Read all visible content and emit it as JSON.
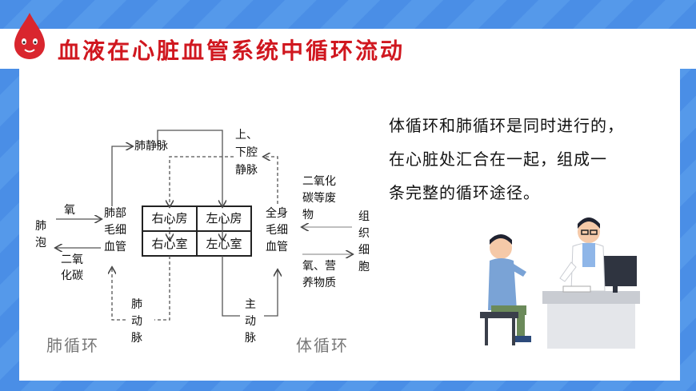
{
  "title": "血液在心脏血管系统中循环流动",
  "diagram": {
    "heart": {
      "right_atrium": "右心房",
      "left_atrium": "左心房",
      "right_ventricle": "右心室",
      "left_ventricle": "左心室"
    },
    "pulmonary_vein": "肺静脉",
    "vena_cava": [
      "上、",
      "下腔",
      "静脉"
    ],
    "pulmonary_artery": [
      "肺",
      "动",
      "脉"
    ],
    "aorta": [
      "主",
      "动",
      "脉"
    ],
    "alveoli": [
      "肺",
      "泡"
    ],
    "lung_capillaries": [
      "肺部",
      "毛细",
      "血管"
    ],
    "body_capillaries": [
      "全身",
      "毛细",
      "血管"
    ],
    "oxygen": "氧",
    "co2": [
      "二氧",
      "化碳"
    ],
    "co2_waste": [
      "二氧化",
      "碳等废",
      "物"
    ],
    "tissue_cells": [
      "组",
      "织",
      "细",
      "胞"
    ],
    "oxygen_nutrients": [
      "氧、营",
      "养物质"
    ],
    "pulmonary_circulation": "肺循环",
    "systemic_circulation": "体循环"
  },
  "text": [
    "体循环和肺循环是同时进行的，",
    "在心脏处汇合在一起，组成一",
    "条完整的循环途径。"
  ],
  "colors": {
    "title": "#d0171f",
    "background": "#4a8ee6"
  }
}
